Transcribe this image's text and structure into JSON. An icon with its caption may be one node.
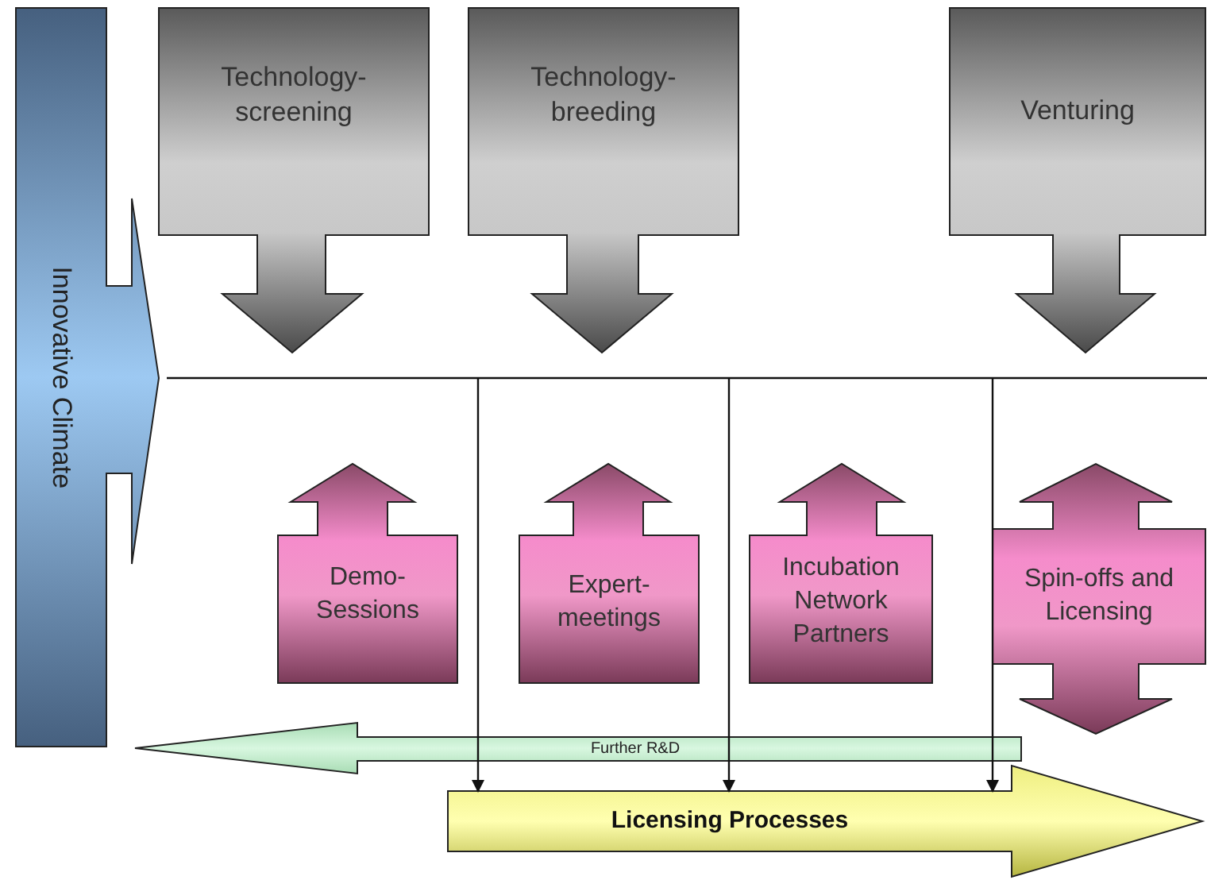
{
  "diagram": {
    "nodes": [
      {
        "text": [
          "Innovative Climate"
        ]
      },
      {
        "text": [
          "Technology-screening"
        ]
      },
      {
        "text": [
          "Technology-breeding"
        ]
      },
      {
        "text": [
          "Venturing"
        ]
      },
      {
        "text": [
          "Demo-Sessions"
        ]
      },
      {
        "text": [
          "Expert-meetings"
        ]
      },
      {
        "text": [
          "Incubation Network Partners"
        ]
      },
      {
        "text": [
          "Spin-offs and Licensing"
        ]
      },
      {
        "text": [
          "Further R&D"
        ]
      },
      {
        "text": [
          "Licensing Processes"
        ]
      }
    ],
    "edges": [
      {
        "from": null,
        "to": 9,
        "arrow": "to"
      },
      {
        "from": null,
        "to": 9,
        "arrow": "to"
      },
      {
        "from": null,
        "to": 9,
        "arrow": "to"
      }
    ]
  }
}
